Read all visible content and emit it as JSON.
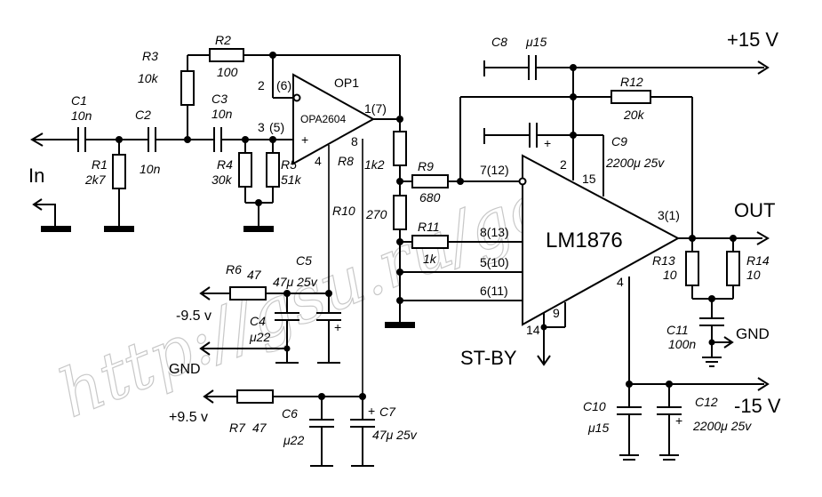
{
  "watermark": "http://gsu.ru/go",
  "io": {
    "input": "In",
    "output": "OUT",
    "pos_supply": "+15 V",
    "neg_supply": "-15 V",
    "standby": "ST-BY",
    "gnd_out": "GND"
  },
  "rails": {
    "neg": "-9.5 v",
    "gnd": "GND",
    "pos": "+9.5 v"
  },
  "opamp": {
    "name": "OP1",
    "part": "OPA2604",
    "pin_inv": "2",
    "pin_inv_alt": "(6)",
    "pin_noninv": "3",
    "pin_noninv_alt": "(5)",
    "pin_out": "1(7)",
    "pin_v_neg": "4",
    "pin_v_pos": "8"
  },
  "amp": {
    "part": "LM1876",
    "pin_inv": "7(12)",
    "pin_noninv": "8(13)",
    "pin_5": "5(10)",
    "pin_6": "6(11)",
    "pin_vplus": "2",
    "pin_15": "15",
    "pin_out": "3(1)",
    "pin_vminus": "4",
    "pin_9": "9",
    "pin_14": "14"
  },
  "components": {
    "C1": {
      "ref": "C1",
      "value": "10n"
    },
    "C2": {
      "ref": "C2",
      "value": "10n"
    },
    "C3": {
      "ref": "C3",
      "value": "10n"
    },
    "R1": {
      "ref": "R1",
      "value": "2k7"
    },
    "R2": {
      "ref": "R2",
      "value": "100"
    },
    "R3": {
      "ref": "R3",
      "value": "10k"
    },
    "R4": {
      "ref": "R4",
      "value": "30k"
    },
    "R5": {
      "ref": "R5",
      "value": "51k"
    },
    "R8": {
      "ref": "R8",
      "value": "1k2"
    },
    "R10": {
      "ref": "R10",
      "value": "270"
    },
    "R9": {
      "ref": "R9",
      "value": "680"
    },
    "R11": {
      "ref": "R11",
      "value": "1k"
    },
    "R6": {
      "ref": "R6",
      "value": "47"
    },
    "R7": {
      "ref": "R7",
      "value": "47"
    },
    "C4": {
      "ref": "C4",
      "value": "μ22"
    },
    "C5": {
      "ref": "C5",
      "value": "47μ 25v"
    },
    "C6": {
      "ref": "C6",
      "value": "μ22"
    },
    "C7": {
      "ref": "C7",
      "value": "47μ 25v"
    },
    "C8": {
      "ref": "C8",
      "value": "μ15"
    },
    "C9": {
      "ref": "C9",
      "value": "2200μ 25v"
    },
    "R12": {
      "ref": "R12",
      "value": "20k"
    },
    "R13": {
      "ref": "R13",
      "value": "10"
    },
    "R14": {
      "ref": "R14",
      "value": "10"
    },
    "C11": {
      "ref": "C11",
      "value": "100n"
    },
    "C10": {
      "ref": "C10",
      "value": "μ15"
    },
    "C12": {
      "ref": "C12",
      "value": "2200μ 25v"
    }
  }
}
